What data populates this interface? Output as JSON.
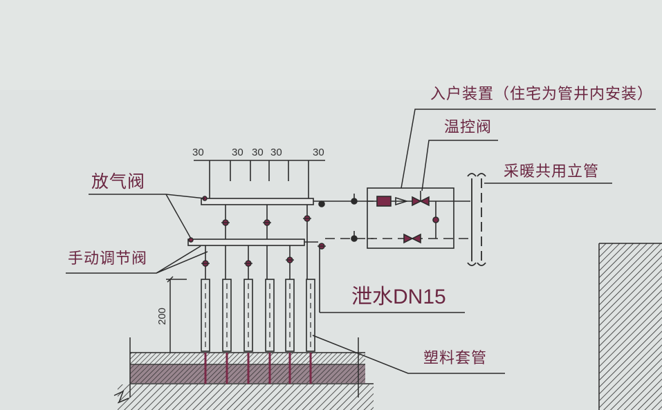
{
  "labels": {
    "entrance_device": "入户装置（住宅为管井内安装）",
    "temp_valve": "温控阀",
    "heating_riser": "采暖共用立管",
    "air_vent": "放气阀",
    "manual_valve": "手动调节阀",
    "drain": "泄水DN15",
    "plastic_sleeve": "塑料套管"
  },
  "dims": {
    "top": [
      "30",
      "30",
      "30",
      "30",
      "30"
    ],
    "height": "200"
  },
  "colors": {
    "line": "#2b2b2b",
    "accent": "#7a2a48",
    "paper": "#dfe3e2"
  }
}
